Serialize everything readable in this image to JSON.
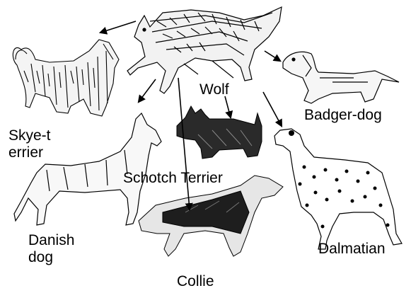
{
  "labels": {
    "wolf": "Wolf",
    "skye_terrier": "Skye-terrier",
    "badger_dog": "Badger-dog",
    "schotch_terrier": "Schotch Terrier",
    "danish_dog": "Danish dog",
    "collie": "Collie",
    "dalmatian": "Dalmatian"
  },
  "icons": [
    "wolf-illustration",
    "skye-terrier-illustration",
    "badger-dog-illustration",
    "scotch-terrier-illustration",
    "danish-dog-illustration",
    "collie-illustration",
    "dalmatian-illustration"
  ],
  "colors": {
    "ink": "#000000",
    "background": "#ffffff"
  }
}
